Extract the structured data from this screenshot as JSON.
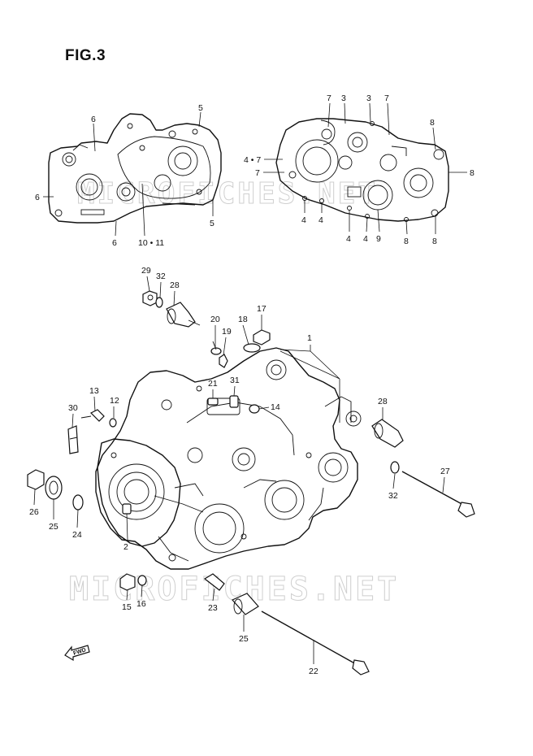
{
  "figure": {
    "title": "FIG.3"
  },
  "watermarks": [
    "MICROFICHES.NET",
    "MICROFICHES.NET"
  ],
  "fwd_label": "FWD",
  "callouts": {
    "c6a": "6",
    "c5a": "5",
    "c6b": "6",
    "c5b": "5",
    "c6c": "6",
    "c1011": "10 • 11",
    "c7a": "7",
    "c3a": "3",
    "c3b": "3",
    "c7b": "7",
    "c8a": "8",
    "c47": "4 • 7",
    "c7c": "7",
    "c8b": "8",
    "c4a": "4",
    "c4b": "4",
    "c4c": "4",
    "c4d": "4",
    "c9": "9",
    "c8c": "8",
    "c8d": "8",
    "c29": "29",
    "c32a": "32",
    "c28a": "28",
    "c20": "20",
    "c18": "18",
    "c17": "17",
    "c19": "19",
    "c1": "1",
    "c21": "21",
    "c31": "31",
    "c13": "13",
    "c12": "12",
    "c14": "14",
    "c30": "30",
    "c28b": "28",
    "c27": "27",
    "c32b": "32",
    "c26": "26",
    "c25a": "25",
    "c24": "24",
    "c2": "2",
    "c15": "15",
    "c16": "16",
    "c23": "23",
    "c25b": "25",
    "c22": "22"
  }
}
